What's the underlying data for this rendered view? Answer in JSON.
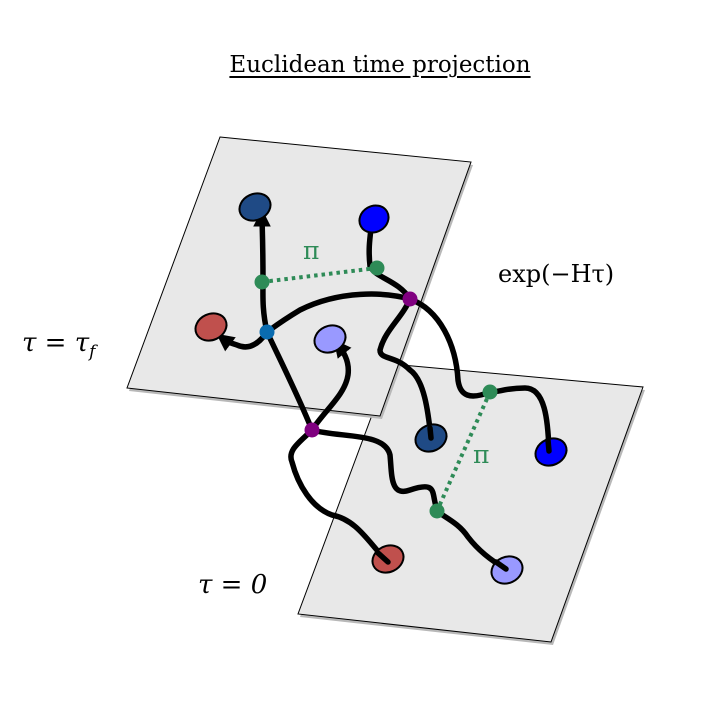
{
  "title": "Euclidean time projection",
  "labels": {
    "tau_final": "τ = τ",
    "tau_final_sub": "f",
    "tau_zero": "τ = 0",
    "evolution": "exp(−Hτ)",
    "pion_top": "π",
    "pion_bottom": "π"
  },
  "colors": {
    "plane_fill": "#e8e8e8",
    "worldline": "#000000",
    "pion": "#2e8b57",
    "vertex": "#800080",
    "interaction_blue": "#0a6cb0",
    "red_nucleon": "#c0504d",
    "dark_blue_nucleon": "#1f4a85",
    "blue_nucleon": "#0000ff",
    "light_blue_nucleon": "#9999ff"
  }
}
